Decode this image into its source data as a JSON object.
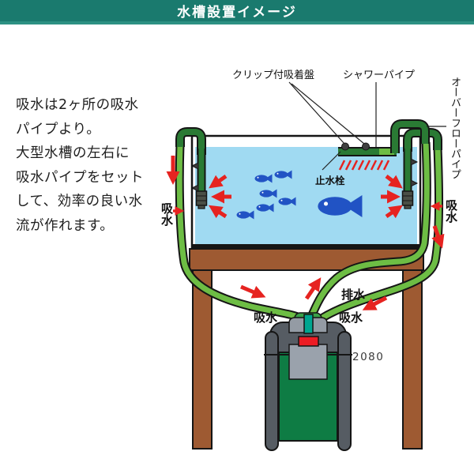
{
  "header": {
    "title": "水槽設置イメージ"
  },
  "intro": {
    "lines": [
      "吸水は2ヶ所の吸水",
      "パイプより。",
      "大型水槽の左右に",
      "吸水パイプをセット",
      "して、効率の良い水",
      "流が作れます。"
    ]
  },
  "diagram": {
    "labels": {
      "clip_suction_cup": "クリップ付吸着盤",
      "shower_pipe": "シャワーパイプ",
      "overflow_pipe": "オーバーフローパイプ",
      "stop_valve": "止水栓",
      "intake_side_left": "吸水",
      "intake_side_right": "吸水",
      "intake_hose_left": "吸水",
      "drain_hose": "排水",
      "intake_hose_right": "吸水",
      "filter_model": "2080"
    },
    "colors": {
      "header_teal": "#1a7a6e",
      "water_blue": "#a0daf2",
      "pipe_dark_green": "#2a7a34",
      "hose_light_green": "#6dbd44",
      "wood_brown": "#9e5a32",
      "arrow_red": "#e62320",
      "filter_body_green": "#0e7c44",
      "filter_gray": "#565c63",
      "fish_blue": "#2153c4"
    }
  }
}
